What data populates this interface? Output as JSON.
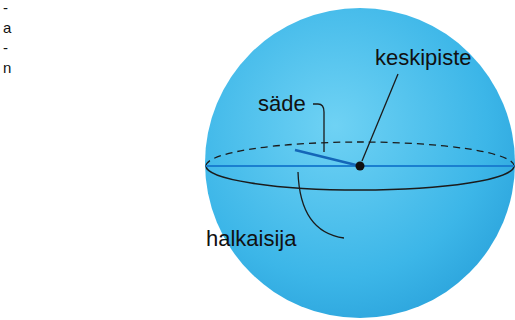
{
  "diagram": {
    "labels": [
      "-",
      "a",
      "-",
      "n",
      "keskipiste",
      "säde",
      "halkaisija"
    ]
  }
}
